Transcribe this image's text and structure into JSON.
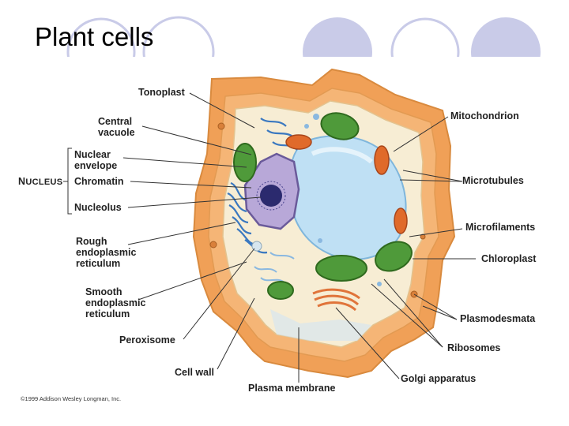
{
  "slide": {
    "title": "Plant cells"
  },
  "labels": {
    "tonoplast": "Tonoplast",
    "central_vacuole": "Central\nvacuole",
    "nuclear_envelope": "Nuclear\nenvelope",
    "chromatin": "Chromatin",
    "nucleolus": "Nucleolus",
    "nucleus_initial": "N",
    "nucleus_rest": "UCLEUS",
    "rough_er": "Rough\nendoplasmic\nreticulum",
    "smooth_er": "Smooth\nendoplasmic\nreticulum",
    "peroxisome": "Peroxisome",
    "cell_wall": "Cell wall",
    "plasma_membrane": "Plasma membrane",
    "golgi": "Golgi apparatus",
    "ribosomes": "Ribosomes",
    "plasmodesmata": "Plasmodesmata",
    "chloroplast": "Chloroplast",
    "microfilaments": "Microfilaments",
    "microtubules": "Microtubules",
    "mitochondrion": "Mitochondrion"
  },
  "footer": {
    "copyright": "©1999 Addison Wesley Longman, Inc."
  },
  "colors": {
    "cell_wall": "#f0a057",
    "cytoplasm": "#f7edd4",
    "vacuole": "#bfe0f4",
    "nucleus": "#b8a8d8",
    "chloroplast": "#4f9a3a",
    "mitochondrion": "#e06a2a",
    "er": "#3a78c0",
    "deco_circle": "#c9cbe8"
  }
}
